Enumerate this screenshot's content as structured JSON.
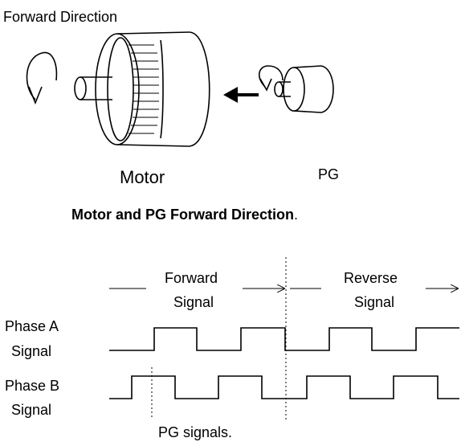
{
  "top": {
    "heading": "Forward Direction",
    "motor_label": "Motor",
    "pg_label": "PG",
    "caption": "Motor and PG Forward Direction",
    "caption_period": "."
  },
  "bottom": {
    "forward_line1": "Forward",
    "forward_line2": "Signal",
    "reverse_line1": "Reverse",
    "reverse_line2": "Signal",
    "phase_a_line1": "Phase A",
    "phase_a_line2": "Signal",
    "phase_b_line1": "Phase B",
    "phase_b_line2": "Signal",
    "caption": "PG signals."
  }
}
